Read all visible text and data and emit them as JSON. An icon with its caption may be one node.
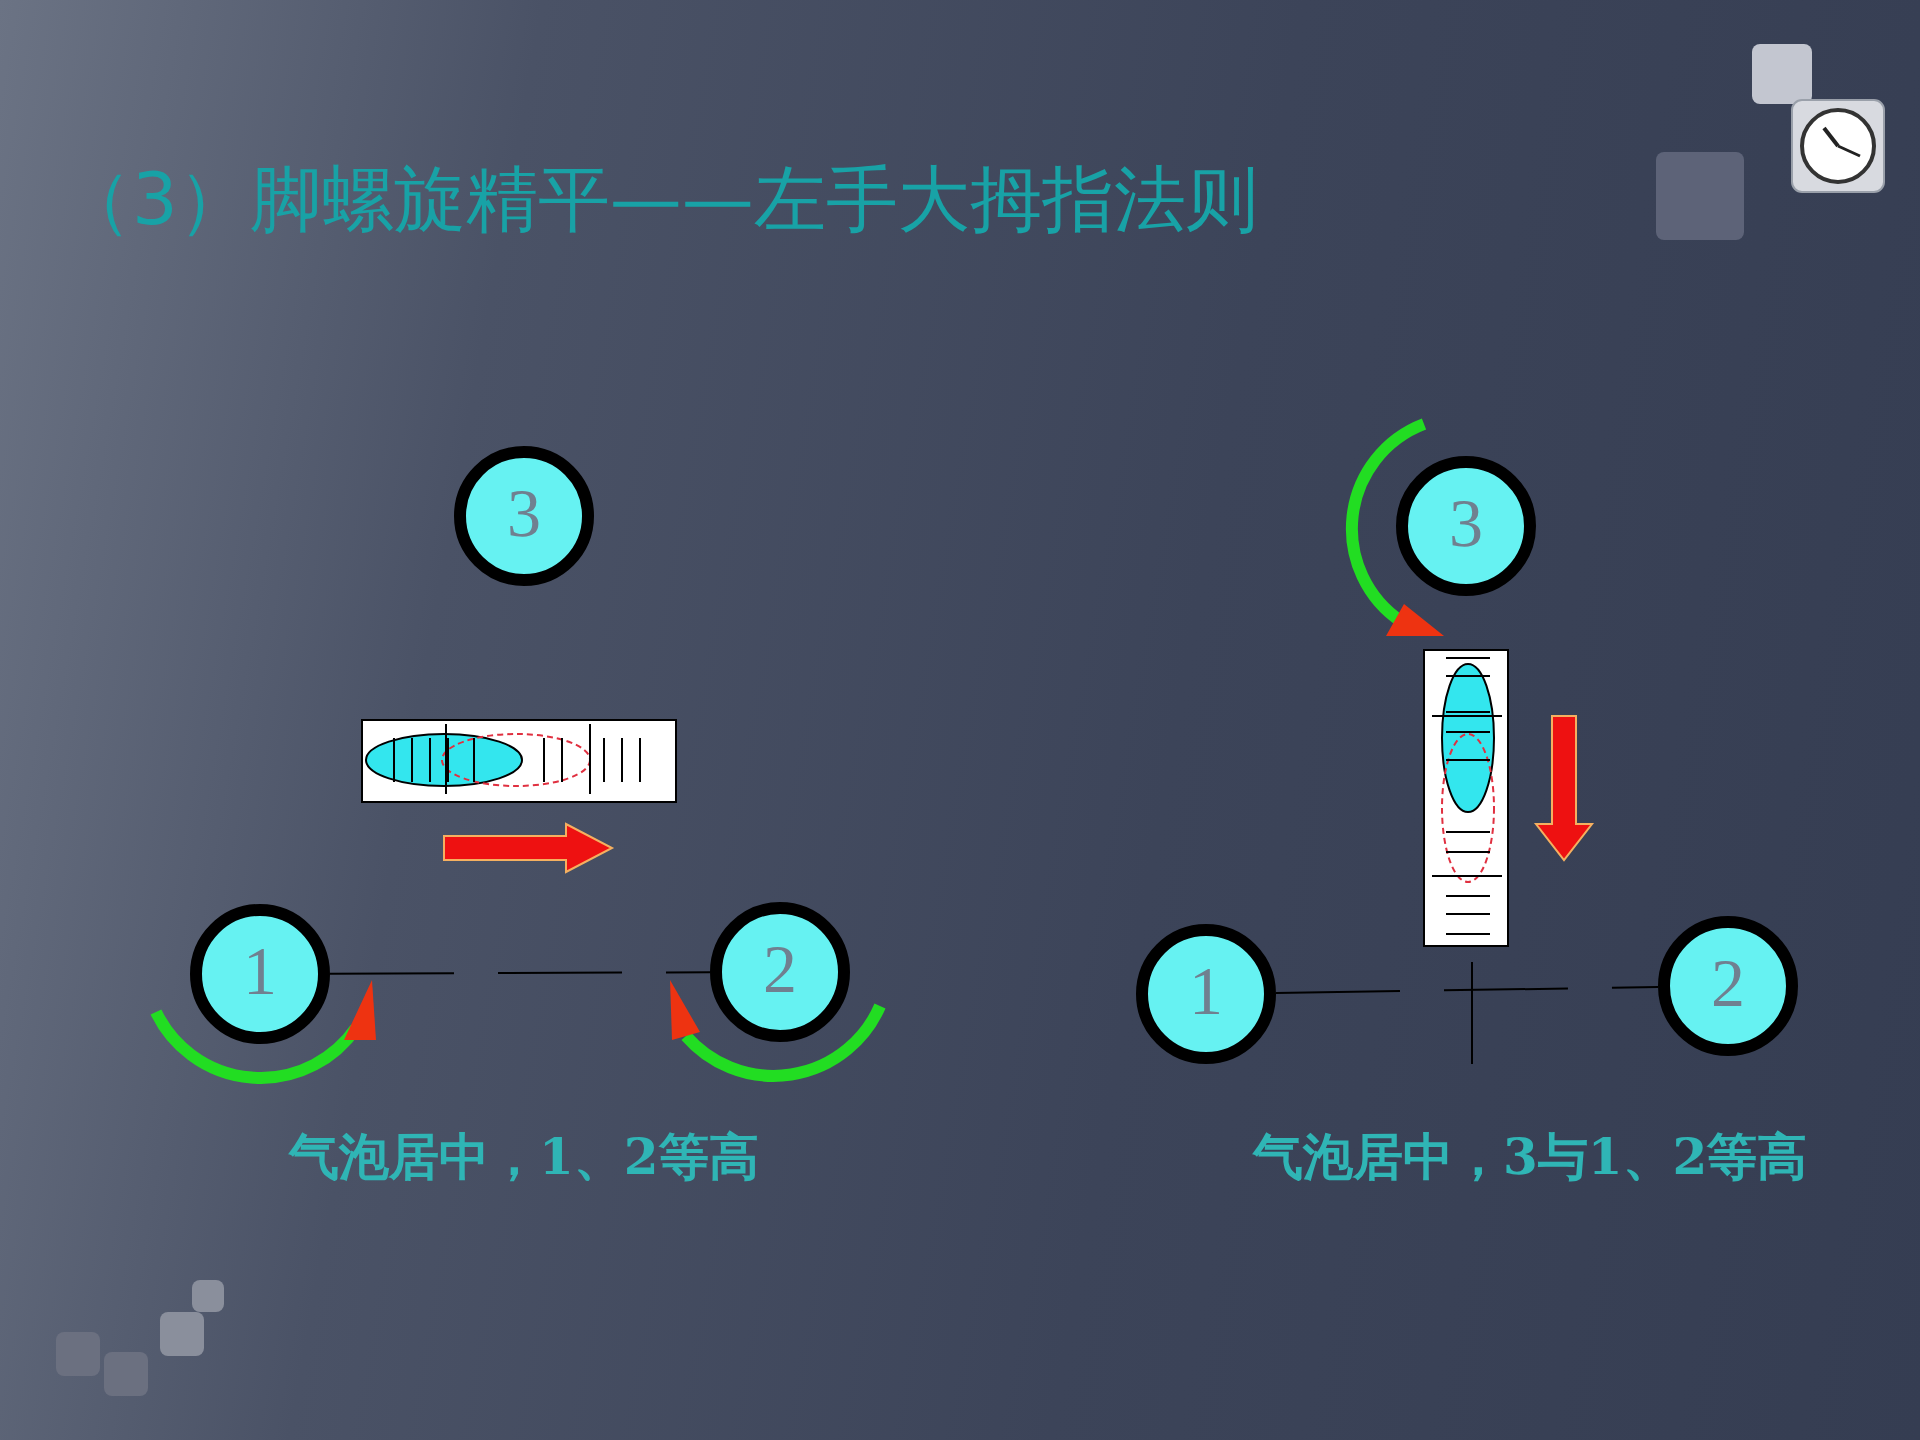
{
  "diagram": {
    "title": "（3）脚螺旋精平——左手大拇指法则",
    "nodes": [
      {
        "text": [
          "3"
        ]
      },
      {
        "text": [
          "1"
        ]
      },
      {
        "text": [
          "2"
        ]
      },
      {
        "text": [
          "3"
        ]
      },
      {
        "text": [
          "1"
        ]
      },
      {
        "text": [
          "2"
        ]
      }
    ],
    "edges": [
      {
        "from": 1,
        "to": 2,
        "arrow": "none",
        "style": "dashed"
      },
      {
        "from": 4,
        "to": 5,
        "arrow": "none",
        "style": "dashed"
      }
    ],
    "labels": [
      "气泡居中，1、2等高",
      "气泡居中，3与1、2等高"
    ]
  }
}
